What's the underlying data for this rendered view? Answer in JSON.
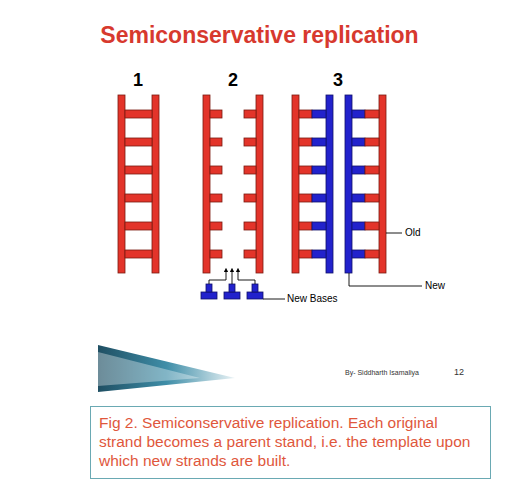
{
  "diagram": {
    "title": "Semiconservative replication",
    "caption": "Fig 2. Semiconservative replication. Each original strand becomes a parent stand, i.e. the template upon which new strands are built.",
    "labels": [
      "1",
      "2",
      "3",
      "Old",
      "New",
      "New Bases",
      "By- Siddharth Isamaliya",
      "12"
    ]
  }
}
